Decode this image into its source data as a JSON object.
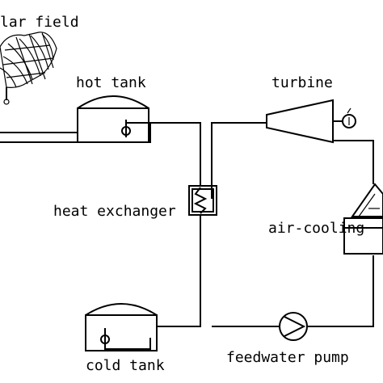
{
  "labels": {
    "solar_field": "lar field",
    "hot_tank": "hot tank",
    "turbine": "turbine",
    "heat_exchanger": "heat exchanger",
    "air_cooling": "air-cooling",
    "cold_tank": "cold tank",
    "feedwater_pump": "feedwater pump"
  }
}
